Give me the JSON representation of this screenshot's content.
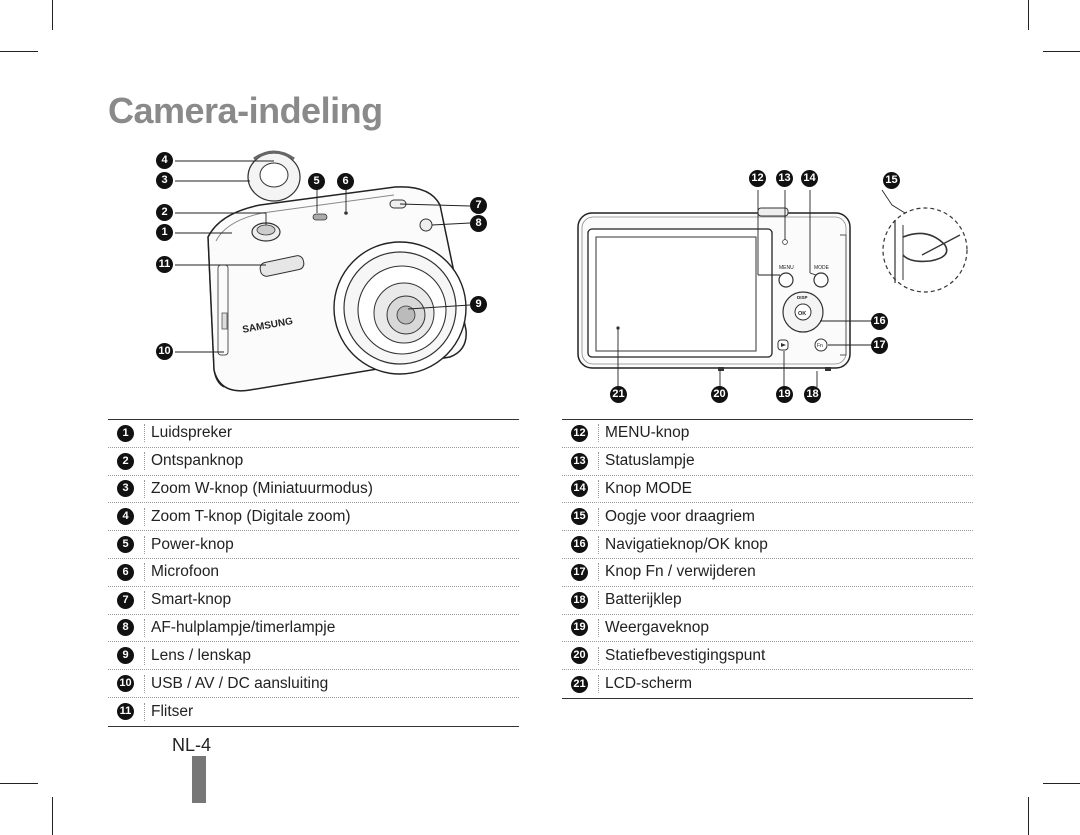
{
  "page": {
    "title": "Camera-indeling",
    "page_number": "NL-4"
  },
  "front_camera": {
    "brand": "SAMSUNG",
    "callouts": [
      "4",
      "3",
      "2",
      "1",
      "11",
      "10",
      "5",
      "6",
      "7",
      "8",
      "9"
    ]
  },
  "back_camera": {
    "menu_label": "MENU",
    "mode_label": "MODE",
    "disp_label": "DISP",
    "ok_label": "OK",
    "fn_label": "Fn",
    "callouts": [
      "12",
      "13",
      "14",
      "15",
      "16",
      "17",
      "21",
      "20",
      "19",
      "18"
    ]
  },
  "legend_left": [
    {
      "num": "1",
      "label": "Luidspreker"
    },
    {
      "num": "2",
      "label": "Ontspanknop"
    },
    {
      "num": "3",
      "label": "Zoom W-knop (Miniatuurmodus)"
    },
    {
      "num": "4",
      "label": "Zoom T-knop (Digitale zoom)"
    },
    {
      "num": "5",
      "label": "Power-knop"
    },
    {
      "num": "6",
      "label": "Microfoon"
    },
    {
      "num": "7",
      "label": "Smart-knop"
    },
    {
      "num": "8",
      "label": "AF-hulplampje/timerlampje"
    },
    {
      "num": "9",
      "label": "Lens / lenskap"
    },
    {
      "num": "10",
      "label": "USB / AV / DC aansluiting"
    },
    {
      "num": "11",
      "label": "Flitser"
    }
  ],
  "legend_right": [
    {
      "num": "12",
      "label": "MENU-knop"
    },
    {
      "num": "13",
      "label": "Statuslampje"
    },
    {
      "num": "14",
      "label": "Knop MODE"
    },
    {
      "num": "15",
      "label": "Oogje voor draagriem"
    },
    {
      "num": "16",
      "label": "Navigatieknop/OK knop"
    },
    {
      "num": "17",
      "label": "Knop Fn / verwijderen"
    },
    {
      "num": "18",
      "label": "Batterijklep"
    },
    {
      "num": "19",
      "label": "Weergaveknop"
    },
    {
      "num": "20",
      "label": "Statiefbevestigingspunt"
    },
    {
      "num": "21",
      "label": "LCD-scherm"
    }
  ]
}
